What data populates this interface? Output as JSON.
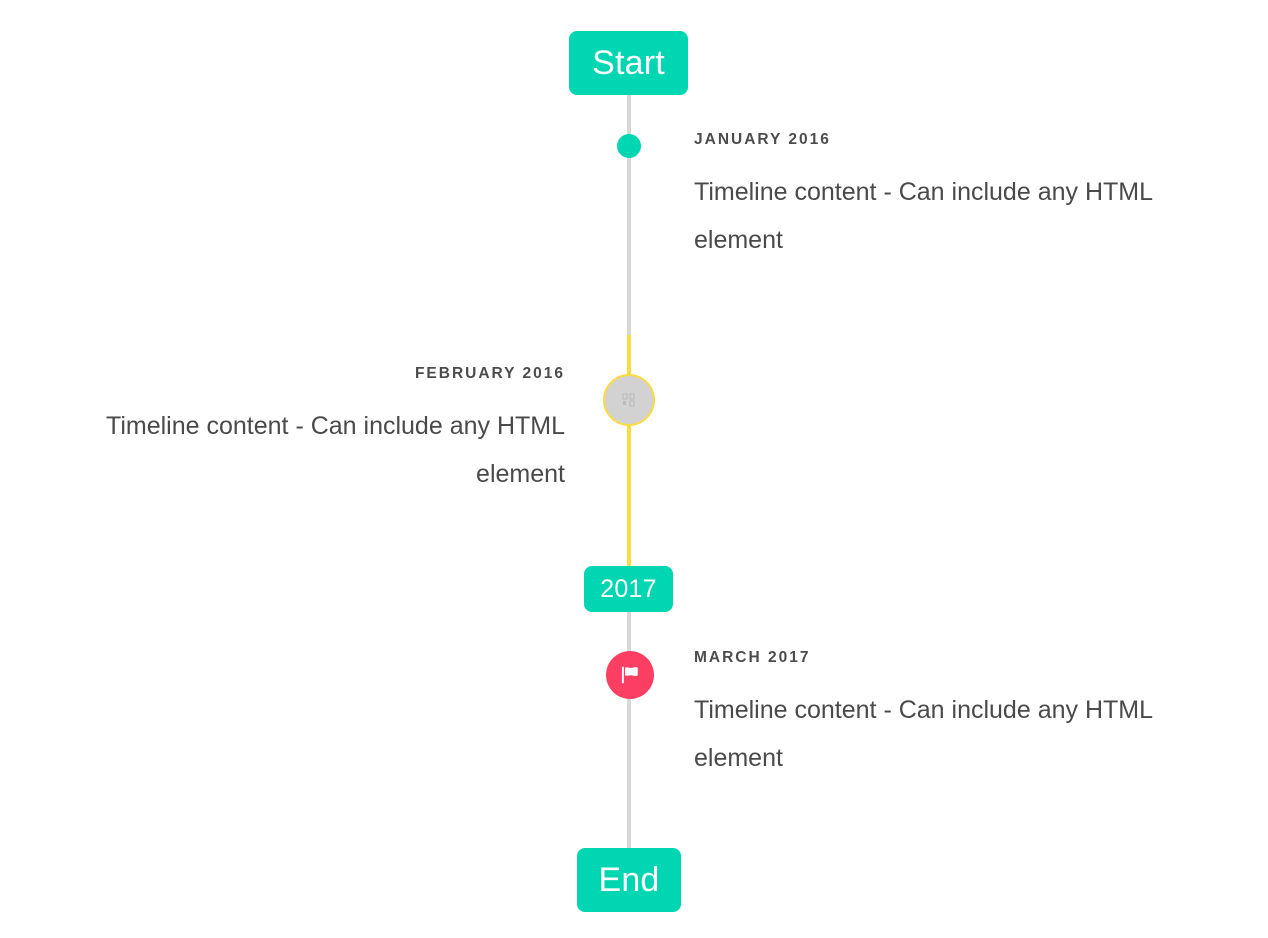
{
  "timeline": {
    "start_badge": {
      "label": "Start"
    },
    "middle_badge": {
      "label": "2017"
    },
    "end_badge": {
      "label": "End"
    },
    "entries": [
      {
        "date": "JANUARY 2016",
        "content": "Timeline content - Can include any HTML element",
        "side": "right",
        "marker": "dot",
        "marker_icon": "",
        "marker_color": "#00D6B1"
      },
      {
        "date": "FEBRUARY 2016",
        "content": "Timeline content - Can include any HTML element",
        "side": "left",
        "marker": "circle",
        "marker_icon": "missing-glyph-icon",
        "marker_color": "#D2D2D2",
        "marker_ring_color": "#FBDB44"
      },
      {
        "date": "MARCH 2017",
        "content": "Timeline content - Can include any HTML element",
        "side": "right",
        "marker": "circle",
        "marker_icon": "flag-icon",
        "marker_color": "#FC3E63"
      }
    ],
    "colors": {
      "accent_teal": "#00D6B1",
      "rail_gray": "#D7D7D7",
      "rail_yellow": "#FBDB44",
      "marker_pink": "#FC3E63",
      "text_dark": "#4A4A4A",
      "background": "#FFFFFF"
    }
  }
}
